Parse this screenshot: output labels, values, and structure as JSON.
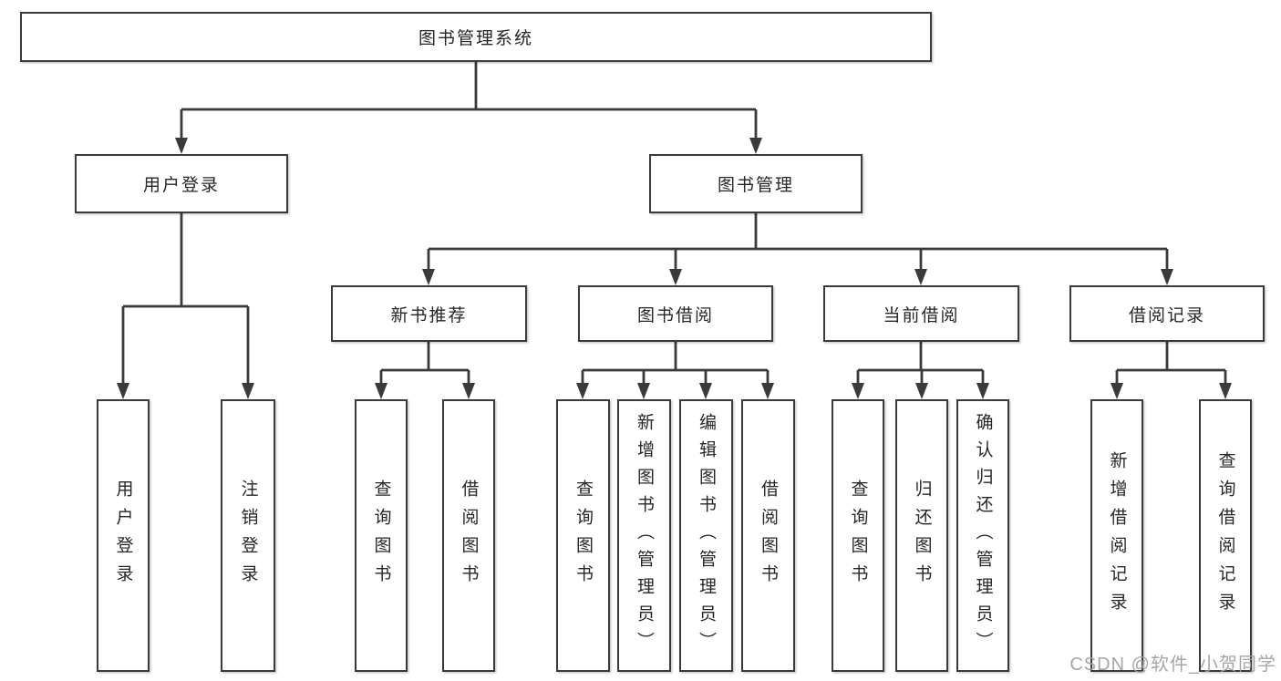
{
  "diagram": {
    "type": "hierarchy-tree",
    "orientation": "top-down",
    "colors": {
      "line": "#3a3a3a",
      "box_border": "#3a3a3a",
      "box_fill": "#ffffff",
      "text": "#262626",
      "watermark": "#9e9e9e",
      "background": "#ffffff"
    }
  },
  "tree": {
    "root": {
      "label": "图书管理系统",
      "children": [
        {
          "label": "用户登录",
          "children": [
            {
              "label": "用户登录"
            },
            {
              "label": "注销登录"
            }
          ]
        },
        {
          "label": "图书管理",
          "children": [
            {
              "label": "新书推荐",
              "children": [
                {
                  "label": "查询图书"
                },
                {
                  "label": "借阅图书"
                }
              ]
            },
            {
              "label": "图书借阅",
              "children": [
                {
                  "label": "查询图书"
                },
                {
                  "label": "新增图书（管理员）"
                },
                {
                  "label": "编辑图书（管理员）"
                },
                {
                  "label": "借阅图书"
                }
              ]
            },
            {
              "label": "当前借阅",
              "children": [
                {
                  "label": "查询图书"
                },
                {
                  "label": "归还图书"
                },
                {
                  "label": "确认归还（管理员）"
                }
              ]
            },
            {
              "label": "借阅记录",
              "children": [
                {
                  "label": "新增借阅记录"
                },
                {
                  "label": "查询借阅记录"
                }
              ]
            }
          ]
        }
      ]
    }
  },
  "watermark": {
    "text": "CSDN @软件_小贺同学"
  }
}
